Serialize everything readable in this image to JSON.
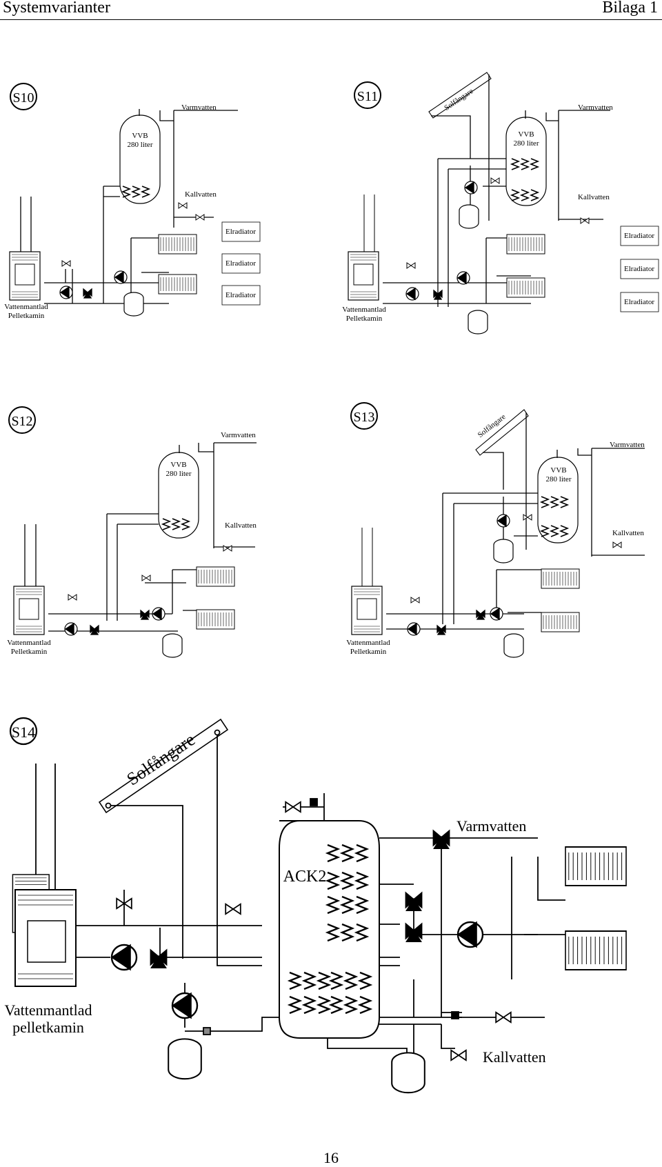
{
  "header": {
    "title": "Systemvarianter",
    "appendix": "Bilaga 1"
  },
  "page_number": "16",
  "diagrams": {
    "s10": {
      "id": "S10",
      "tank": "VVB",
      "volume": "280 liter",
      "hot": "Varmvatten",
      "cold": "Kallvatten",
      "rad1": "Elradiator",
      "rad2": "Elradiator",
      "rad3": "Elradiator",
      "stove1": "Vattenmantlad",
      "stove2": "Pelletkamin"
    },
    "s11": {
      "id": "S11",
      "solar": "Solfångare",
      "tank": "VVB",
      "volume": "280 liter",
      "hot": "Varmvatten",
      "cold": "Kallvatten",
      "rad1": "Elradiator",
      "rad2": "Elradiator",
      "rad3": "Elradiator",
      "stove1": "Vattenmantlad",
      "stove2": "Pelletkamin"
    },
    "s12": {
      "id": "S12",
      "tank": "VVB",
      "volume": "280 liter",
      "hot": "Varmvatten",
      "cold": "Kallvatten",
      "stove1": "Vattenmantlad",
      "stove2": "Pelletkamin"
    },
    "s13": {
      "id": "S13",
      "solar": "Solfångare",
      "tank": "VVB",
      "volume": "280 liter",
      "hot": "Varmvatten",
      "cold": "Kallvatten",
      "stove1": "Vattenmantlad",
      "stove2": "Pelletkamin"
    },
    "s14": {
      "id": "S14",
      "solar": "Solfångare",
      "tank": "ACK2",
      "hot": "Varmvatten",
      "cold": "Kallvatten",
      "stove1": "Vattenmantlad",
      "stove2": "pelletkamin"
    }
  }
}
